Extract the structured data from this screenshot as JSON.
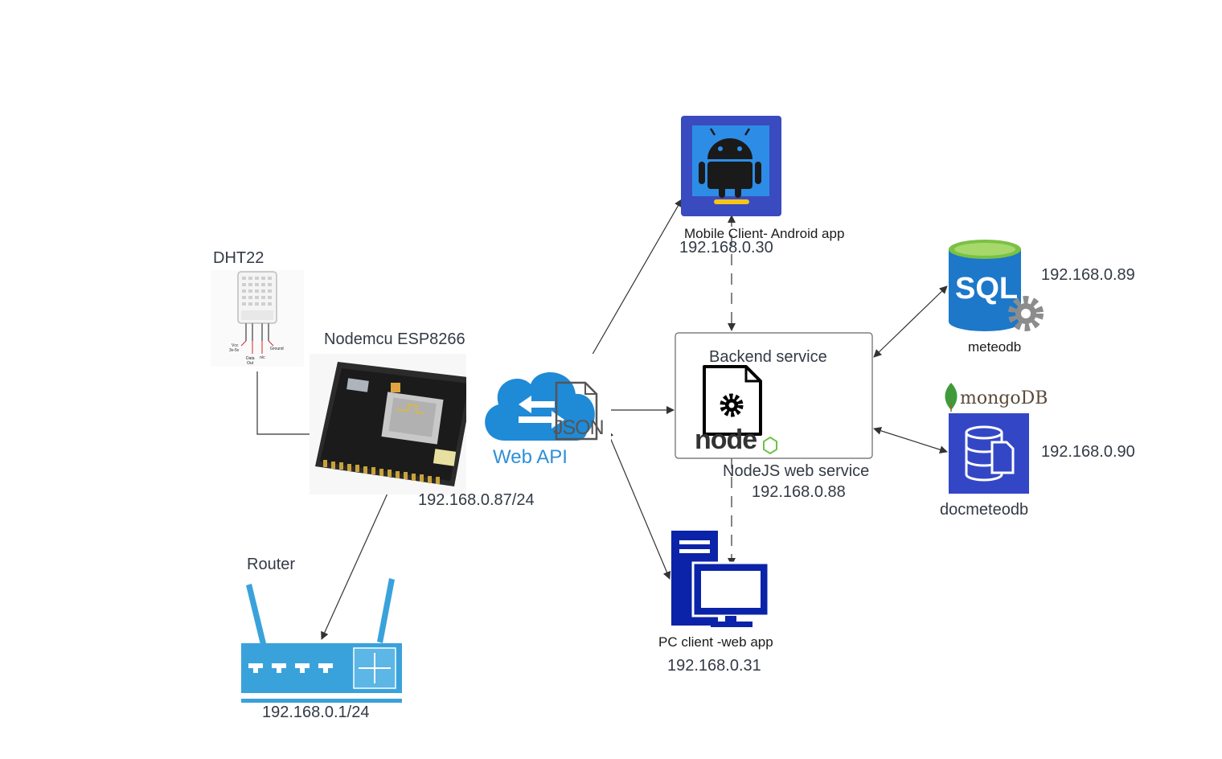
{
  "nodes": {
    "dht22": {
      "label": "DHT22"
    },
    "nodemcu": {
      "label": "Nodemcu ESP8266",
      "ip": "192.168.0.87/24"
    },
    "router": {
      "label": "Router",
      "ip": "192.168.0.1/24"
    },
    "webapi": {
      "label": "Web API",
      "json_label": "JSON"
    },
    "android": {
      "label": "Mobile Client- Android app",
      "ip": "192.168.0.30"
    },
    "backend": {
      "label": "Backend service",
      "service": "NodeJS web service",
      "ip": "192.168.0.88",
      "logo_text": "node"
    },
    "pc": {
      "label": "PC client -web app",
      "ip": "192.168.0.31"
    },
    "sql": {
      "label": "meteodb",
      "ip": "192.168.0.89",
      "logo_text": "SQL"
    },
    "mongo": {
      "label": "docmeteodb",
      "ip": "192.168.0.90",
      "logo_text": "mongoDB"
    }
  },
  "sensor_pins": [
    "Vcc",
    "3v-5v",
    "Data",
    "Out",
    "n/c",
    "Ground"
  ],
  "colors": {
    "line": "#333333",
    "android_bg": "#3a4bbf",
    "android_screen": "#2d8de6",
    "router": "#3aa2db",
    "pc": "#0b23a8",
    "sql": "#1d78c9",
    "mongo_bg": "#3347c6",
    "cloud": "#1f8ad6",
    "mongo_leaf": "#3f9b39"
  }
}
